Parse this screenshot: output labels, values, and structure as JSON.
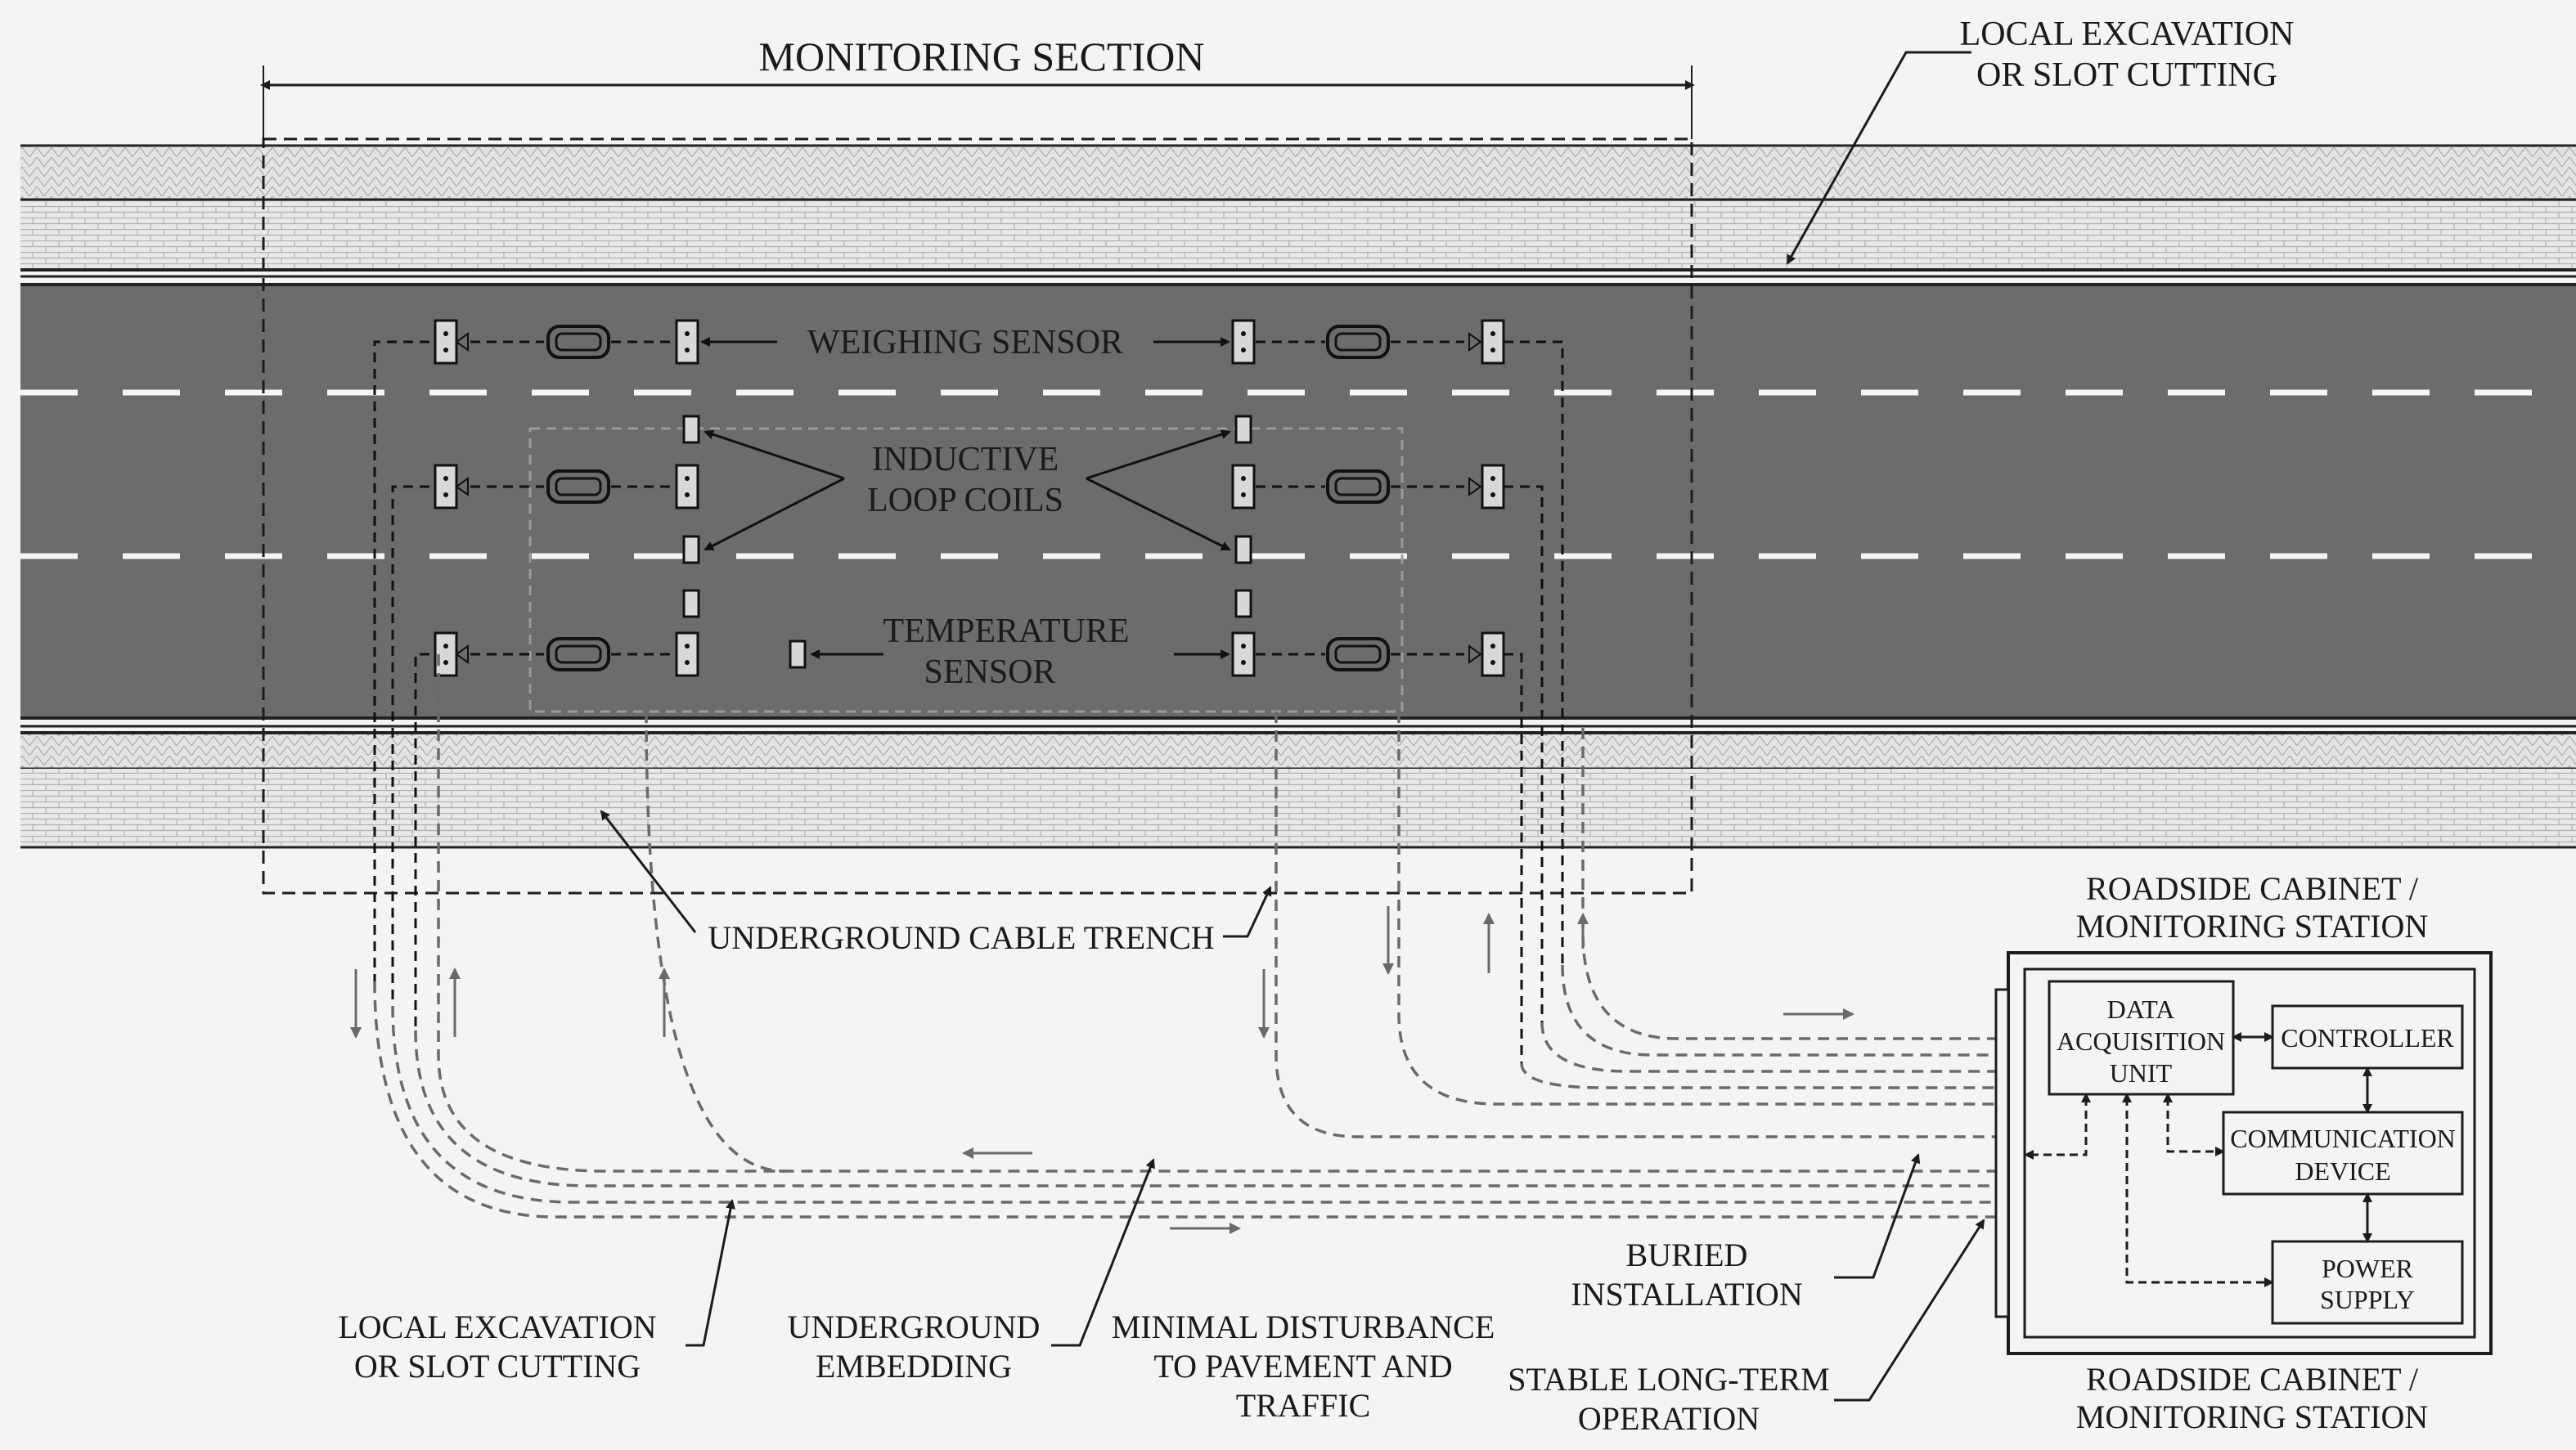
{
  "labels": {
    "monitoring_section": "MONITORING SECTION",
    "local_excavation_top_1": "LOCAL EXCAVATION",
    "local_excavation_top_2": "OR SLOT CUTTING",
    "weighing_sensor": "WEIGHING SENSOR",
    "inductive_loop_1": "INDUCTIVE",
    "inductive_loop_2": "LOOP COILS",
    "temperature_sensor_1": "TEMPERATURE",
    "temperature_sensor_2": "SENSOR",
    "cable_trench": "UNDERGROUND CABLE TRENCH",
    "cabinet_top_1": "ROADSIDE CABINET /",
    "cabinet_top_2": "MONITORING STATION",
    "cabinet_bottom_1": "ROADSIDE CABINET /",
    "cabinet_bottom_2": "MONITORING STATION",
    "daq_1": "DATA",
    "daq_2": "ACQUISITION",
    "daq_3": "UNIT",
    "controller": "CONTROLLER",
    "comm_1": "COMMUNICATION",
    "comm_2": "DEVICE",
    "power_1": "POWER",
    "power_2": "SUPPLY",
    "buried_1": "BURIED",
    "buried_2": "INSTALLATION",
    "local_excavation_bottom_1": "LOCAL EXCAVATION",
    "local_excavation_bottom_2": "OR SLOT CUTTING",
    "embedding_1": "UNDERGROUND",
    "embedding_2": "EMBEDDING",
    "minimal_1": "MINIMAL DISTURBANCE",
    "minimal_2": "TO PAVEMENT AND",
    "minimal_3": "TRAFFIC",
    "stable_1": "STABLE LONG-TERM",
    "stable_2": "OPERATION"
  },
  "colors": {
    "asphalt": "#6c6c6c",
    "shoulder": "#e6e6e6",
    "line": "#1f1f1f",
    "background": "#f4f4f4"
  }
}
